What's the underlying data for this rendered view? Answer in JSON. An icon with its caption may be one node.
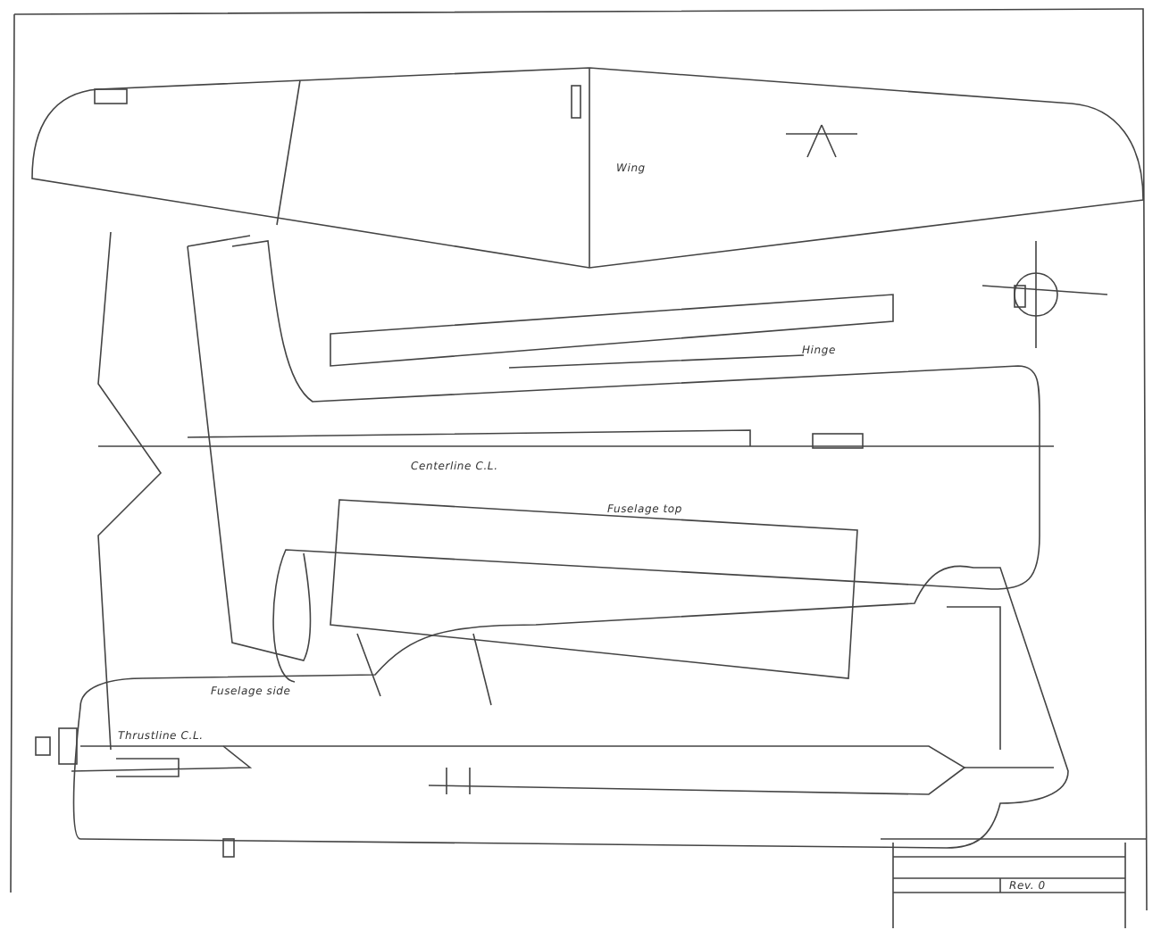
{
  "diagram": {
    "labels": [
      "Wing",
      "Centerline C.L.",
      "Hinge",
      "Fuselage top",
      "Fuselage side",
      "Thrustline C.L.",
      "Rev. 0"
    ]
  }
}
